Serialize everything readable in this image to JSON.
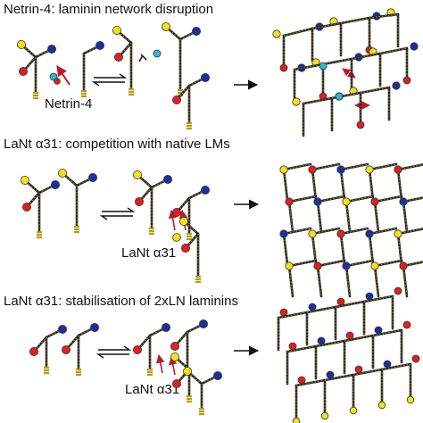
{
  "panels": [
    {
      "title": "Netrin-4: laminin network disruption",
      "ligand_label": "Netrin-4"
    },
    {
      "title": "LaNt α31: competition with native LMs",
      "ligand_label": "LaNt α31"
    },
    {
      "title": "LaNt α31: stabilisation of 2xLN laminins",
      "ligand_label": "LaNt α31"
    }
  ],
  "colors": {
    "alpha_node": "#f2e21a",
    "beta_node": "#e01f1f",
    "gamma_node": "#1a2fa0",
    "netrin_node": "#2bb8d6",
    "arm": "#222222",
    "red_arrow": "#c0182a"
  }
}
